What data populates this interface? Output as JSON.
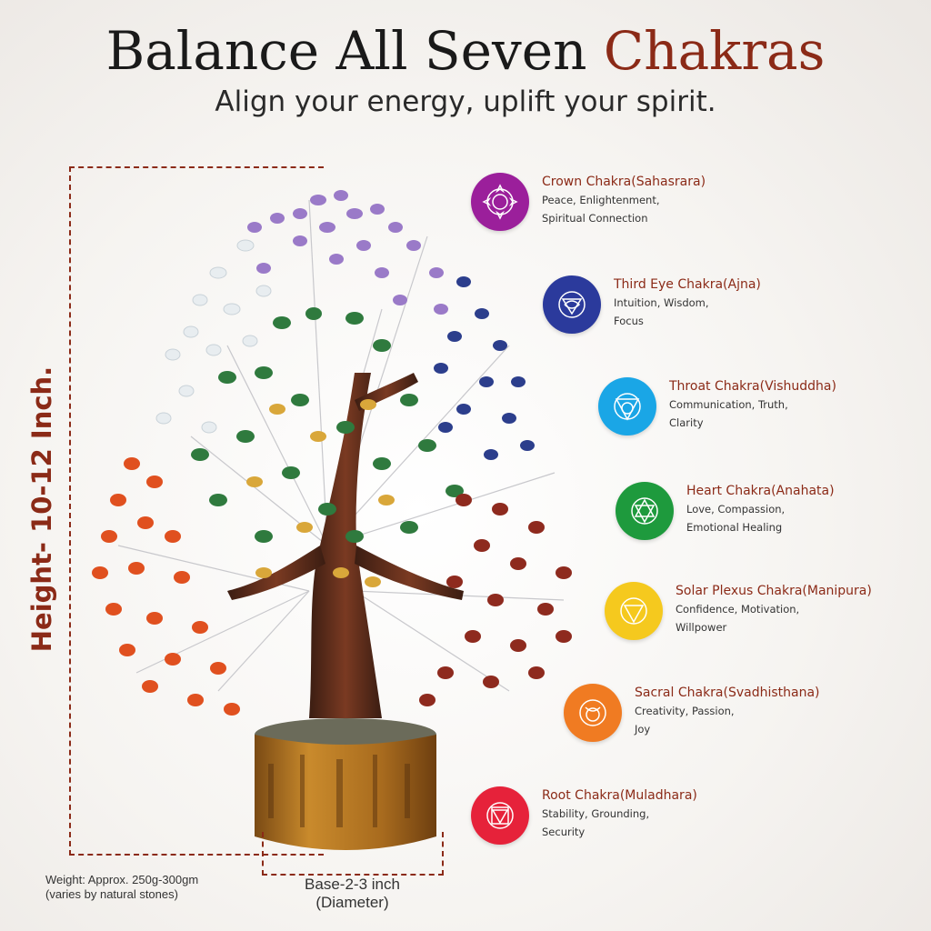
{
  "header": {
    "title_main": "Balance All Seven ",
    "title_accent": "Chakras",
    "subtitle": "Align your energy, uplift your spirit."
  },
  "dimensions": {
    "height_label": "Height- 10-12 Inch.",
    "base_line1": "Base-2-3 inch",
    "base_line2": "(Diameter)"
  },
  "weight": {
    "line1": "Weight: Approx. 250g-300gm",
    "line2": "(varies by natural stones)"
  },
  "chakras": [
    {
      "name": "Crown Chakra(Sahasrara)",
      "desc1": "Peace, Enlightenment,",
      "desc2": "Spiritual Connection",
      "color": "#9b1f9b",
      "icon": "lotus-icon"
    },
    {
      "name": "Third Eye Chakra(Ajna)",
      "desc1": "Intuition, Wisdom,",
      "desc2": "Focus",
      "color": "#2b3a9c",
      "icon": "third-eye-icon"
    },
    {
      "name": "Throat Chakra(Vishuddha)",
      "desc1": "Communication, Truth,",
      "desc2": "Clarity",
      "color": "#1aa6e6",
      "icon": "throat-icon"
    },
    {
      "name": "Heart Chakra(Anahata)",
      "desc1": "Love, Compassion,",
      "desc2": "Emotional Healing",
      "color": "#1e9a3d",
      "icon": "heart-chakra-icon"
    },
    {
      "name": "Solar Plexus Chakra(Manipura)",
      "desc1": "Confidence, Motivation,",
      "desc2": "Willpower",
      "color": "#f5c91e",
      "icon": "solar-plexus-icon"
    },
    {
      "name": "Sacral Chakra(Svadhisthana)",
      "desc1": "Creativity, Passion,",
      "desc2": "Joy",
      "color": "#f07b22",
      "icon": "sacral-icon"
    },
    {
      "name": "Root Chakra(Muladhara)",
      "desc1": "Stability, Grounding,",
      "desc2": "Security",
      "color": "#e6223a",
      "icon": "root-icon"
    }
  ]
}
